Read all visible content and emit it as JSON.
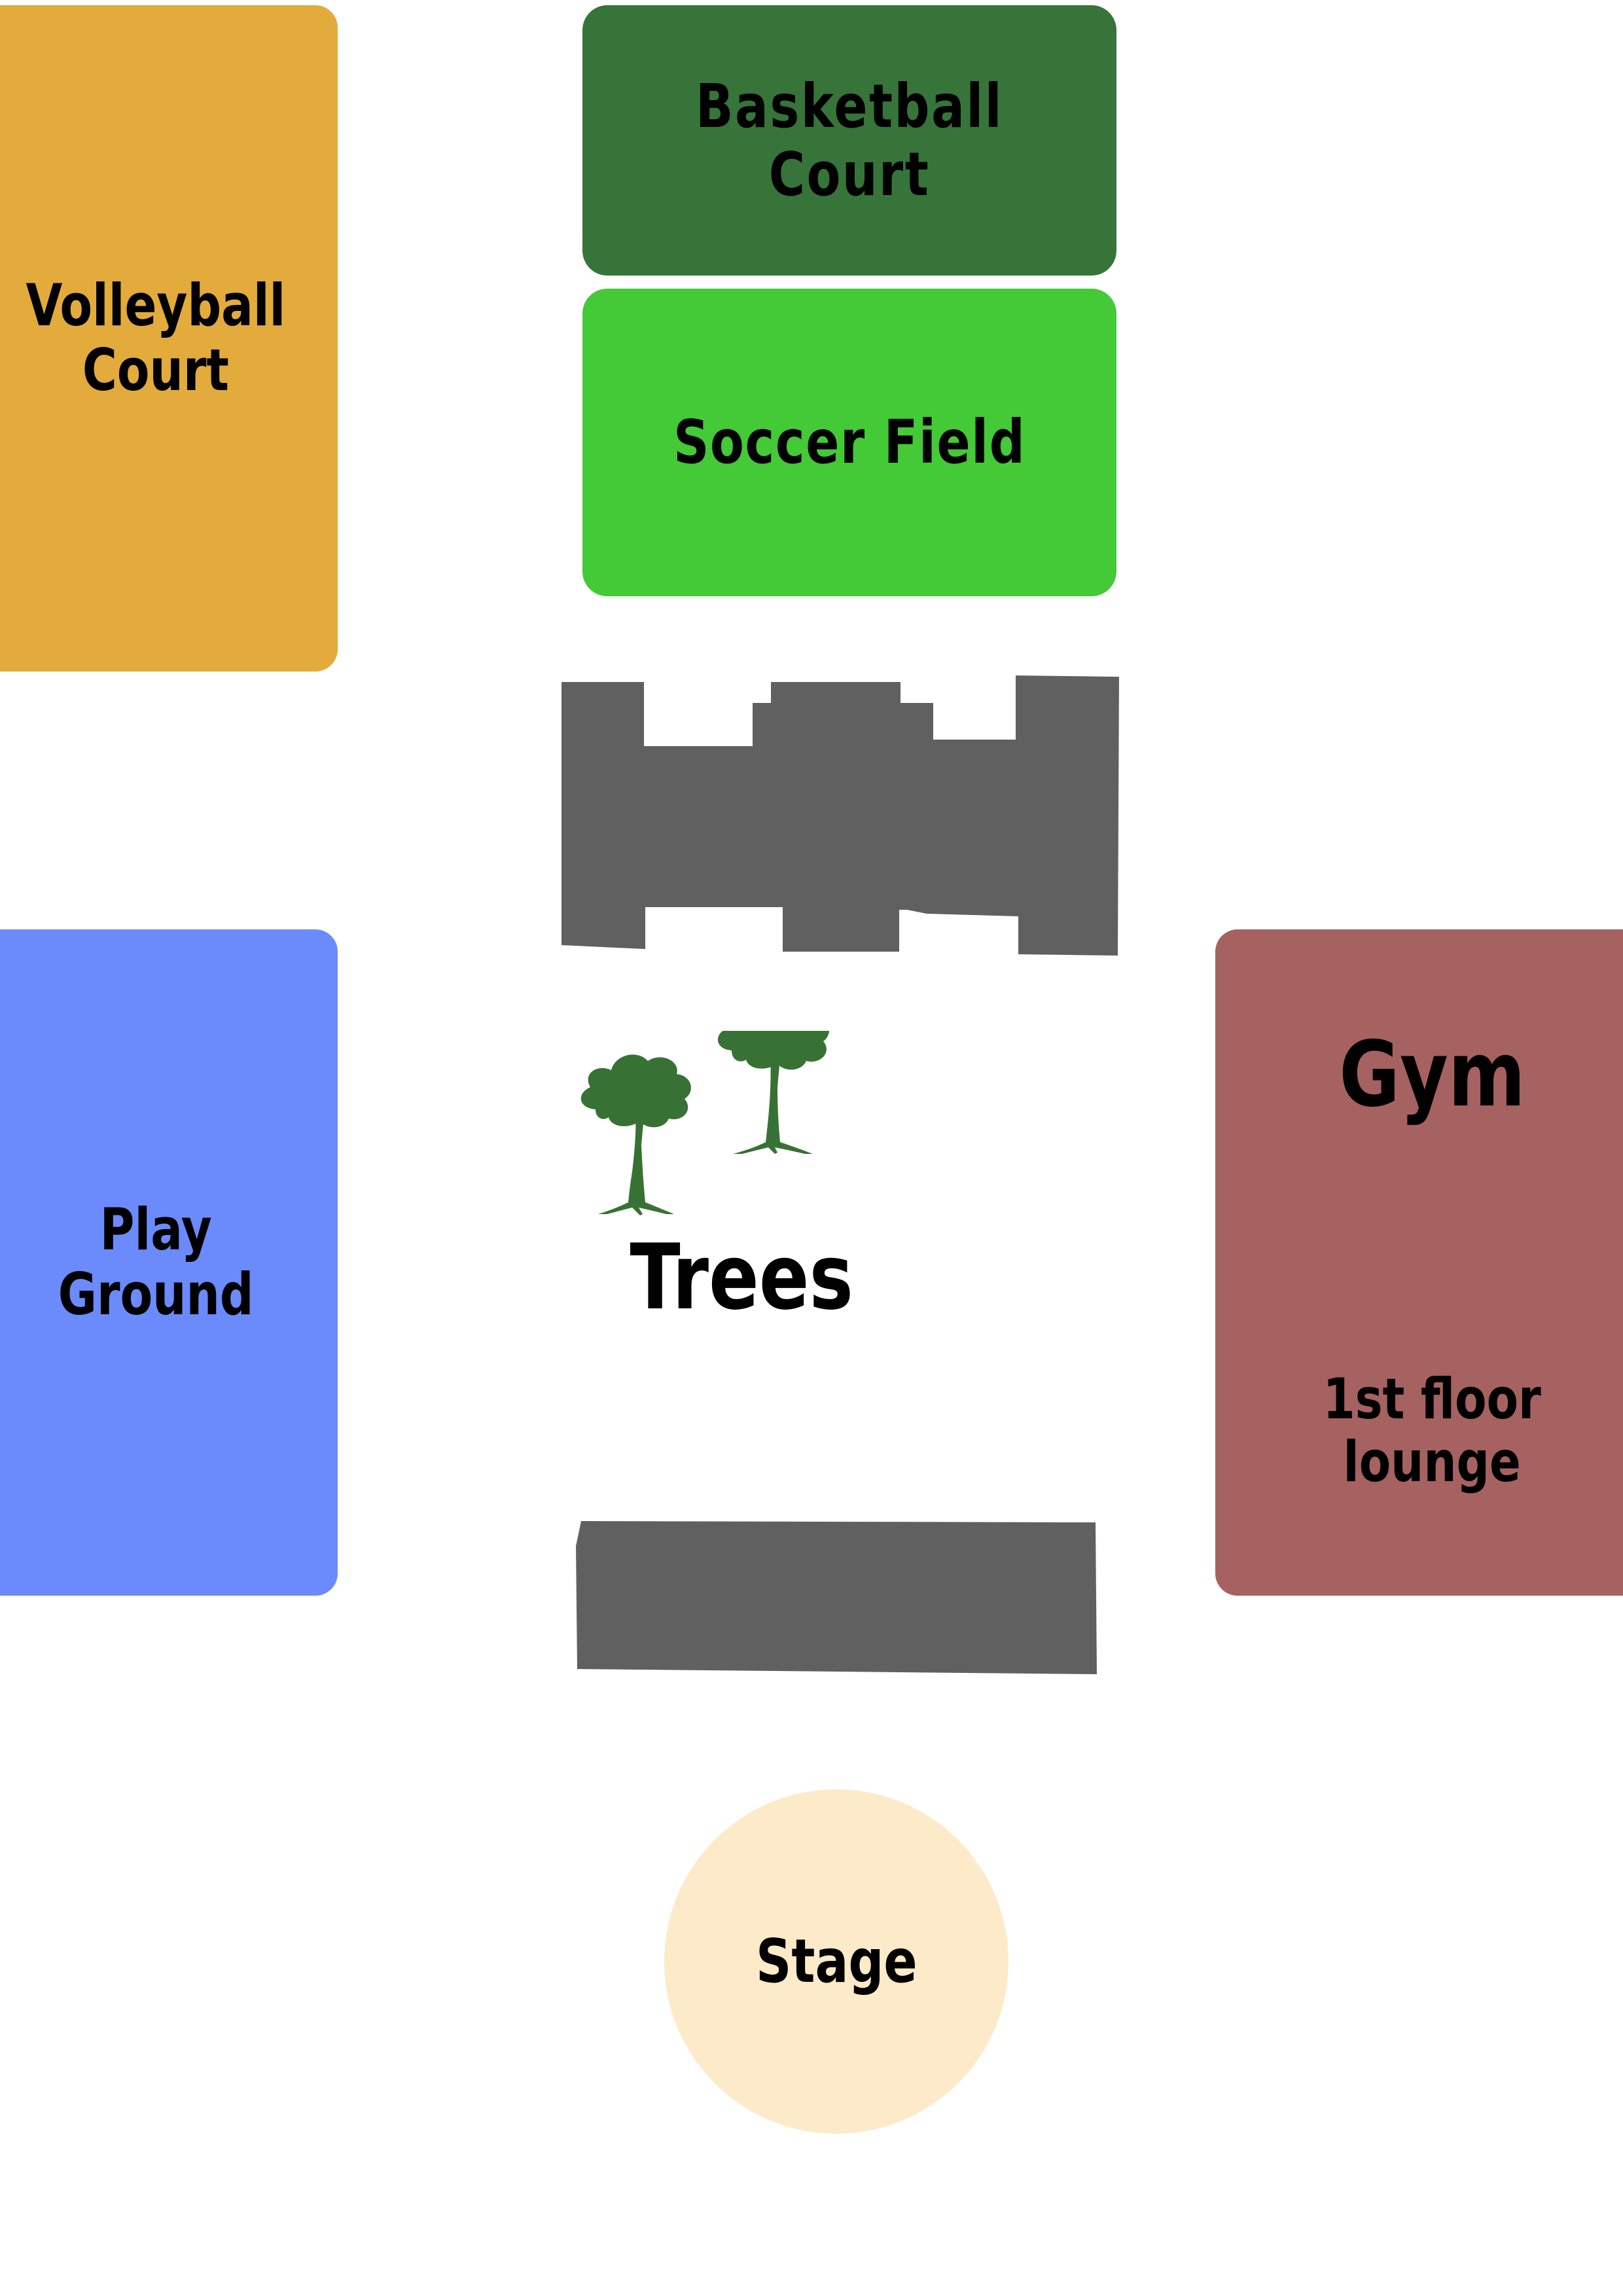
{
  "map": {
    "zones": {
      "volleyball": {
        "label": "Volleyball\nCourt",
        "color": "#E3AB3C"
      },
      "basketball": {
        "label": "Basketball Court",
        "color": "#36743A"
      },
      "soccer": {
        "label": "Soccer Field",
        "color": "#44C937"
      },
      "playground": {
        "label": "Play\nGround",
        "color": "#6B8AFB"
      },
      "gym": {
        "label": "Gym",
        "color": "#A56260"
      },
      "lounge": {
        "label": "1st floor\nlounge"
      },
      "stage": {
        "label": "Stage",
        "color": "#FDEAC8"
      },
      "trees": {
        "label": "Trees",
        "color": "#387134"
      },
      "buildings": {
        "color": "#606060"
      }
    }
  }
}
